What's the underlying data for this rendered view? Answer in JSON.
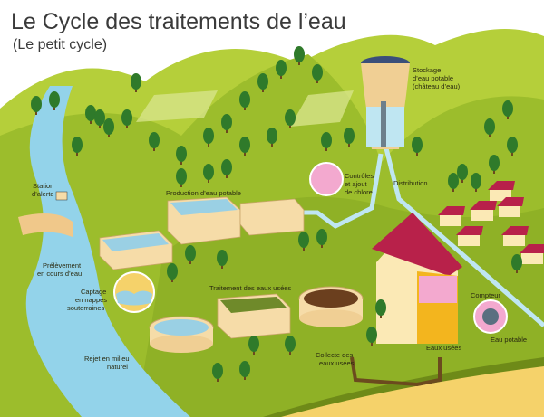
{
  "title": "Le Cycle des traitements de l’eau",
  "subtitle": "(Le petit cycle)",
  "labels": {
    "station_alerte": [
      "Station",
      "d’alerte"
    ],
    "production": "Production d’eau potable",
    "prelevement": [
      "Prélèvement",
      "en cours d’eau"
    ],
    "captage": [
      "Captage",
      "en nappes",
      "souterraines"
    ],
    "traitement": "Traitement des eaux usées",
    "rejet": [
      "Rejet en milieu",
      "naturel"
    ],
    "stockage": [
      "Stockage",
      "d’eau potable",
      "(château d’eau)"
    ],
    "controles": [
      "Contrôles",
      "et ajout",
      "de chlore"
    ],
    "distribution": "Distribution",
    "compteur": "Compteur",
    "eau_potable": "Eau potable",
    "eaux_usees": "Eaux usées",
    "collecte": [
      "Collecte des",
      "eaux usées"
    ]
  },
  "colors": {
    "grass": "#9cbd2c",
    "grass_dark": "#7e9c1c",
    "river": "#93d3ea",
    "ground": "#f5d26a",
    "tank": "#f6dca8",
    "roof": "#b8214a",
    "tree": "#2f7a2a"
  }
}
